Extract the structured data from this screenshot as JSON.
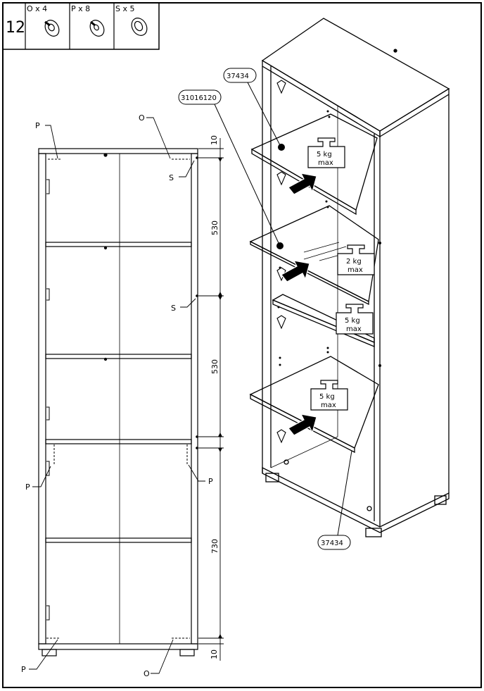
{
  "step": {
    "number": "12"
  },
  "parts": [
    {
      "label": "O x 4",
      "icon": "cam-bolt-icon"
    },
    {
      "label": "P x 8",
      "icon": "shelf-pin-icon"
    },
    {
      "label": "S x 5",
      "icon": "washer-icon"
    }
  ],
  "front_view": {
    "callouts": {
      "p": "P",
      "o": "O",
      "s": "S"
    },
    "dimensions": {
      "top_gap": "10",
      "upper_section": "530",
      "middle_section": "530",
      "lower_section": "730",
      "bottom_gap": "10"
    }
  },
  "iso_view": {
    "part_numbers": {
      "top_shelf": "37434",
      "glass_shelf": "31016120",
      "bottom_shelf": "37434"
    },
    "load_labels": [
      {
        "weight": "5 kg",
        "unit": "max"
      },
      {
        "weight": "2 kg",
        "unit": "max"
      },
      {
        "weight": "5 kg",
        "unit": "max"
      },
      {
        "weight": "5 kg",
        "unit": "max"
      }
    ]
  }
}
